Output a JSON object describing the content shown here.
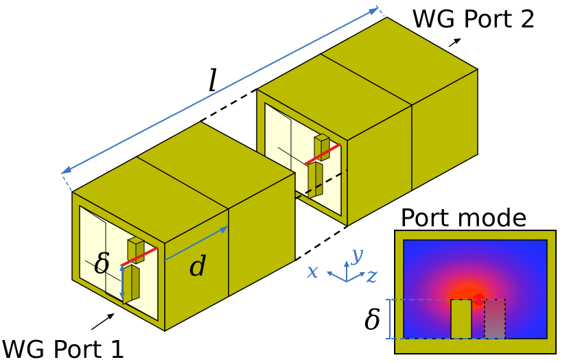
{
  "labels": {
    "port1": "WG Port 1",
    "port2": "WG Port 2",
    "port_mode": "Port mode",
    "length": "l",
    "distance": "d",
    "offset": "δ",
    "offset_mode": "δ",
    "axis_x": "x",
    "axis_y": "y",
    "axis_z": "z"
  },
  "colors": {
    "metal_front": "#bbbb00",
    "metal_top": "#bbbb00",
    "interior": "#ffffd8",
    "dimension": "#3a75c4",
    "strip": "#e02020",
    "outline": "#000000"
  }
}
